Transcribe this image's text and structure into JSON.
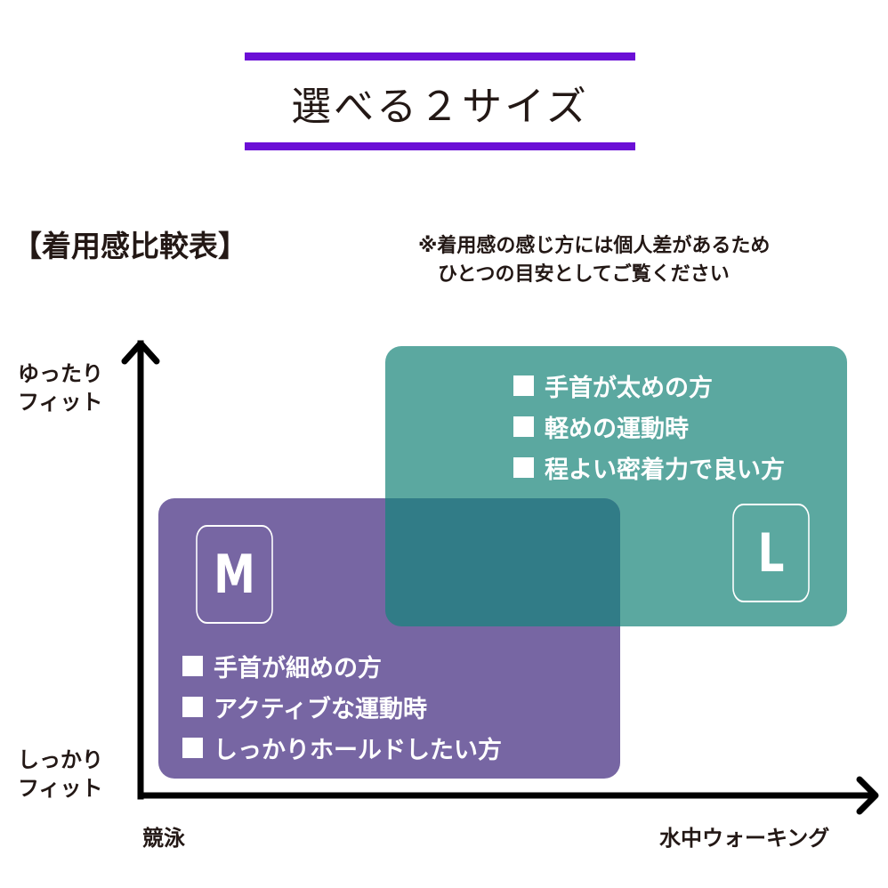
{
  "title": "選べる２サイズ",
  "accent_color": "#6b0fd6",
  "section_heading": "【着用感比較表】",
  "note": {
    "line1": "※着用感の感じ方には個人差があるため",
    "line2": "ひとつの目安としてご覧ください"
  },
  "axes": {
    "y_top": [
      "ゆったり",
      "フィット"
    ],
    "y_bottom": [
      "しっかり",
      "フィット"
    ],
    "x_left": "競泳",
    "x_right": "水中ウォーキング"
  },
  "sizes": {
    "L": {
      "badge": "L",
      "color": "#5ba8a0",
      "items": [
        "手首が太めの方",
        "軽めの運動時",
        "程よい密着力で良い方"
      ]
    },
    "M": {
      "badge": "M",
      "color": "#7766a3",
      "items": [
        "手首が細めの方",
        "アクティブな運動時",
        "しっかりホールドしたい方"
      ]
    }
  },
  "overlap_color": "#317c87"
}
